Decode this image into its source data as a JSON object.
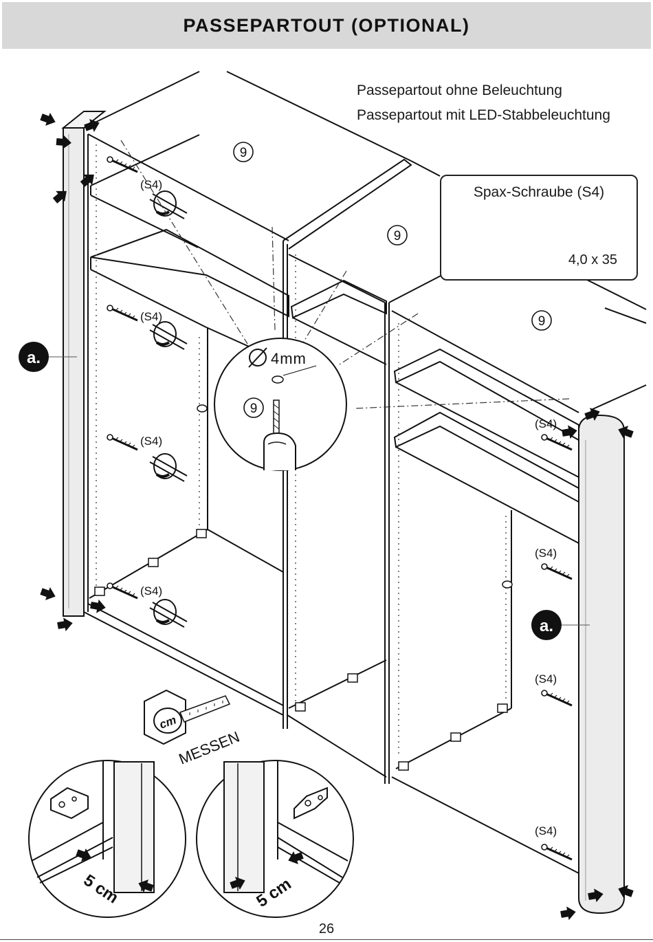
{
  "header": {
    "title": "PASSEPARTOUT (OPTIONAL)"
  },
  "legend": {
    "line1": "Passepartout ohne Beleuchtung",
    "line2": "Passepartout mit LED-Stabbeleuchtung"
  },
  "screw_callout": {
    "title": "Spax-Schraube (S4)",
    "size": "4,0 x 35"
  },
  "labels": {
    "part_number": "9",
    "screw_code": "(S4)",
    "part_a": "a.",
    "drill_diameter": "4mm",
    "measure_word": "MESSEN",
    "tape_unit": "cm",
    "distance": "5 cm"
  },
  "page": {
    "number": "26"
  },
  "colors": {
    "header_bg": "#d8d8d8",
    "ink": "#1a1a1a",
    "badge": "#111111",
    "panel": "#ececec"
  }
}
